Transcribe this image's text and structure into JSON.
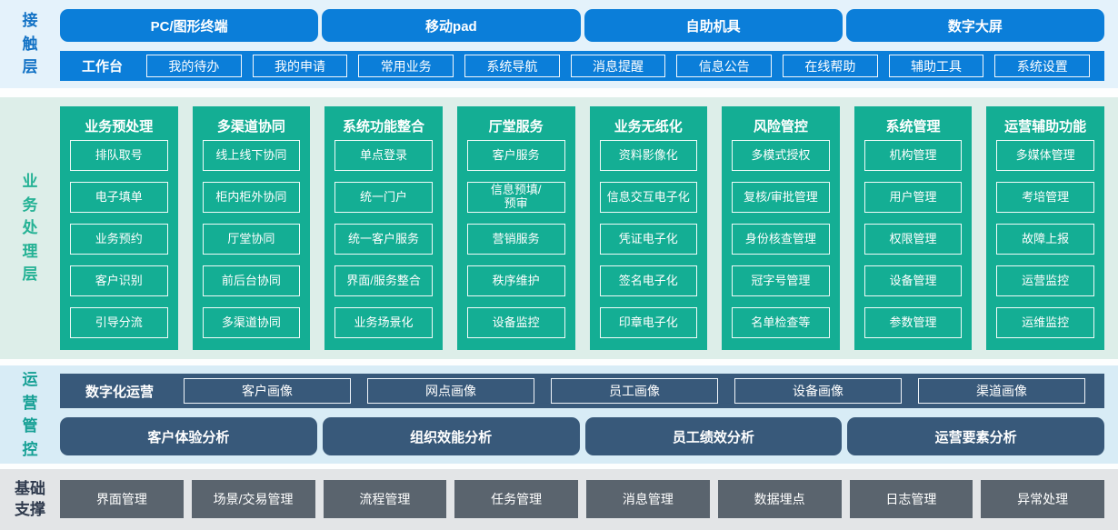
{
  "colors": {
    "accent_blue": "#0b7ed9",
    "accent_green": "#14ae94",
    "accent_slate": "#38597a",
    "accent_gray": "#5a646e",
    "contact_bg": "#e4f2fb",
    "business_bg": "#ddeee9",
    "operation_bg": "#d8ecf6",
    "foundation_bg": "#e3e5e7",
    "contact_label_color": "#1272c5",
    "business_label_color": "#25b295",
    "operation_label_color": "#16a095",
    "foundation_label_color": "#2f3a4d"
  },
  "layers": {
    "contact": {
      "label": "接触层",
      "channels": [
        "PC/图形终端",
        "移动pad",
        "自助机具",
        "数字大屏"
      ],
      "workbench": {
        "label": "工作台",
        "items": [
          "我的待办",
          "我的申请",
          "常用业务",
          "系统导航",
          "消息提醒",
          "信息公告",
          "在线帮助",
          "辅助工具",
          "系统设置"
        ]
      }
    },
    "business": {
      "label": "业务处理层",
      "columns": [
        {
          "title": "业务预处理",
          "items": [
            "排队取号",
            "电子填单",
            "业务预约",
            "客户识别",
            "引导分流"
          ]
        },
        {
          "title": "多渠道协同",
          "items": [
            "线上线下协同",
            "柜内柜外协同",
            "厅堂协同",
            "前后台协同",
            "多渠道协同"
          ]
        },
        {
          "title": "系统功能整合",
          "items": [
            "单点登录",
            "统一门户",
            "统一客户服务",
            "界面/服务整合",
            "业务场景化"
          ]
        },
        {
          "title": "厅堂服务",
          "items": [
            "客户服务",
            "信息预填/\n预审",
            "营销服务",
            "秩序维护",
            "设备监控"
          ]
        },
        {
          "title": "业务无纸化",
          "items": [
            "资料影像化",
            "信息交互电子化",
            "凭证电子化",
            "签名电子化",
            "印章电子化"
          ]
        },
        {
          "title": "风险管控",
          "items": [
            "多模式授权",
            "复核/审批管理",
            "身份核查管理",
            "冠字号管理",
            "名单检查等"
          ]
        },
        {
          "title": "系统管理",
          "items": [
            "机构管理",
            "用户管理",
            "权限管理",
            "设备管理",
            "参数管理"
          ]
        },
        {
          "title": "运营辅助功能",
          "items": [
            "多媒体管理",
            "考培管理",
            "故障上报",
            "运营监控",
            "运维监控"
          ]
        }
      ]
    },
    "operation": {
      "label": "运营管控",
      "digital": {
        "label": "数字化运营",
        "items": [
          "客户画像",
          "网点画像",
          "员工画像",
          "设备画像",
          "渠道画像"
        ]
      },
      "analysis": [
        "客户体验分析",
        "组织效能分析",
        "员工绩效分析",
        "运营要素分析"
      ]
    },
    "foundation": {
      "label": "基础支撑",
      "items": [
        "界面管理",
        "场景/交易管理",
        "流程管理",
        "任务管理",
        "消息管理",
        "数据埋点",
        "日志管理",
        "异常处理"
      ]
    }
  }
}
